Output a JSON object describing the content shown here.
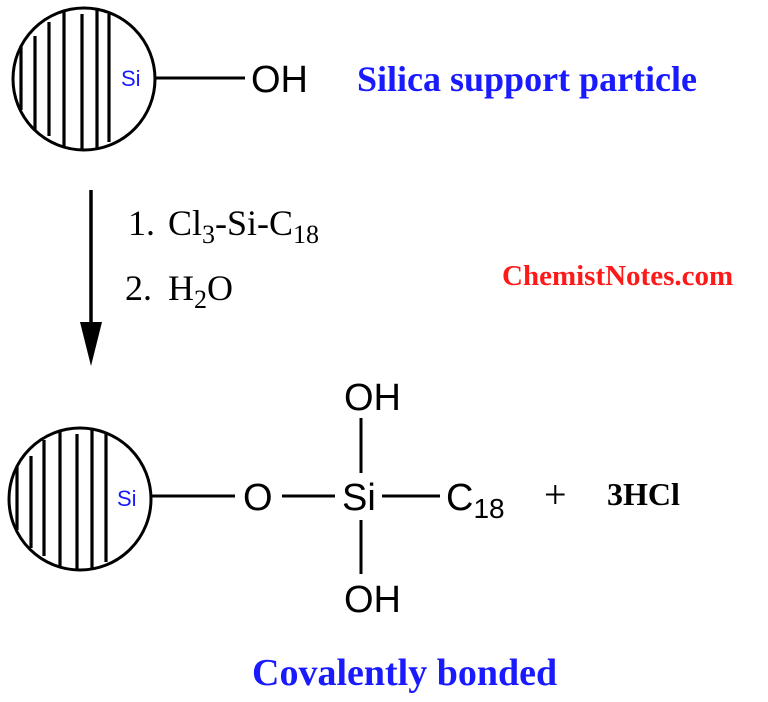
{
  "reactant": {
    "particle_atom": "Si",
    "group": "OH",
    "label": "Silica support particle"
  },
  "reagents": {
    "step1_prefix": "1.",
    "step1_cl": "Cl",
    "step1_cl_sub": "3",
    "step1_mid": "-Si-C",
    "step1_c_sub": "18",
    "step2_prefix": "2.",
    "step2_h": "H",
    "step2_h_sub": "2",
    "step2_o": "O"
  },
  "watermark": "ChemistNotes.com",
  "product": {
    "particle_atom": "Si",
    "bridge_oxygen": "O",
    "center_atom": "Si",
    "top_group": "OH",
    "bottom_group": "OH",
    "chain": "C",
    "chain_sub": "18",
    "plus": "+",
    "byproduct": "3HCl",
    "label": "Covalently bonded"
  },
  "colors": {
    "label_blue": "#1a1aff",
    "watermark_red": "#ff1a1a",
    "structure": "#000000"
  }
}
